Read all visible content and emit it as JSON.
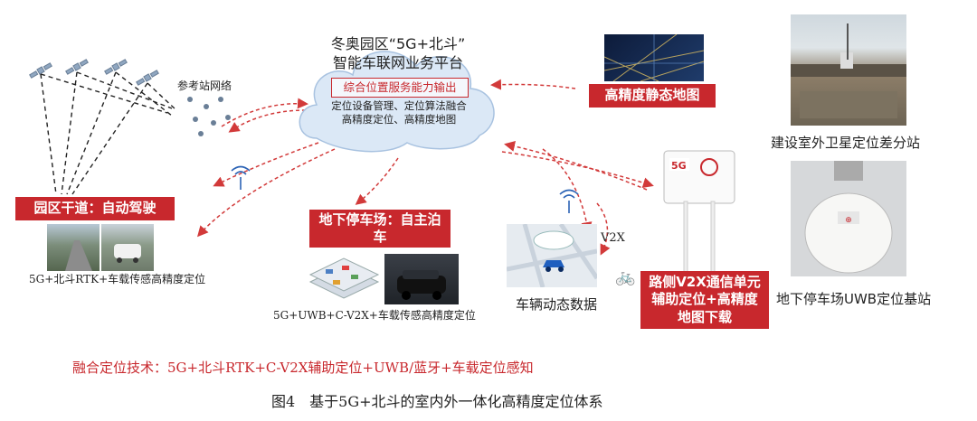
{
  "platform": {
    "title_line1": "冬奥园区“5G+北斗”",
    "title_line2": "智能车联网业务平台",
    "service_output": "综合位置服务能力输出",
    "functions_line1": "定位设备管理、定位算法融合",
    "functions_line2": "高精度定位、高精度地图"
  },
  "reference_network": {
    "label": "参考站网络"
  },
  "hd_map": {
    "label": "高精度静态地图"
  },
  "outdoor_station": {
    "label": "建设室外卫星定位差分站"
  },
  "uwb_station": {
    "label": "地下停车场UWB定位基站"
  },
  "road_autopilot": {
    "label": "园区干道：自动驾驶",
    "caption": "5G+北斗RTK+车载传感高精度定位"
  },
  "parking_autopilot": {
    "label_line1": "地下停车场：自主泊",
    "label_line2": "车",
    "caption": "5G+UWB+C-V2X+车载传感高精度定位"
  },
  "vehicle_dynamic": {
    "label": "车辆动态数据",
    "v2x": "V2X"
  },
  "roadside_unit": {
    "label_line1": "路侧V2X通信单元",
    "label_line2": "辅助定位+高精度",
    "label_line3": "地图下载",
    "device_text": "5G"
  },
  "fusion_tech": "融合定位技术：5G+北斗RTK+C-V2X辅助定位+UWB/蓝牙+车载定位感知",
  "figure_caption": "图4　基于5G+北斗的室内外一体化高精度定位体系",
  "colors": {
    "accent": "#c8282d",
    "cloud": "#dbe8f6",
    "arrow": "#d23a3a"
  }
}
